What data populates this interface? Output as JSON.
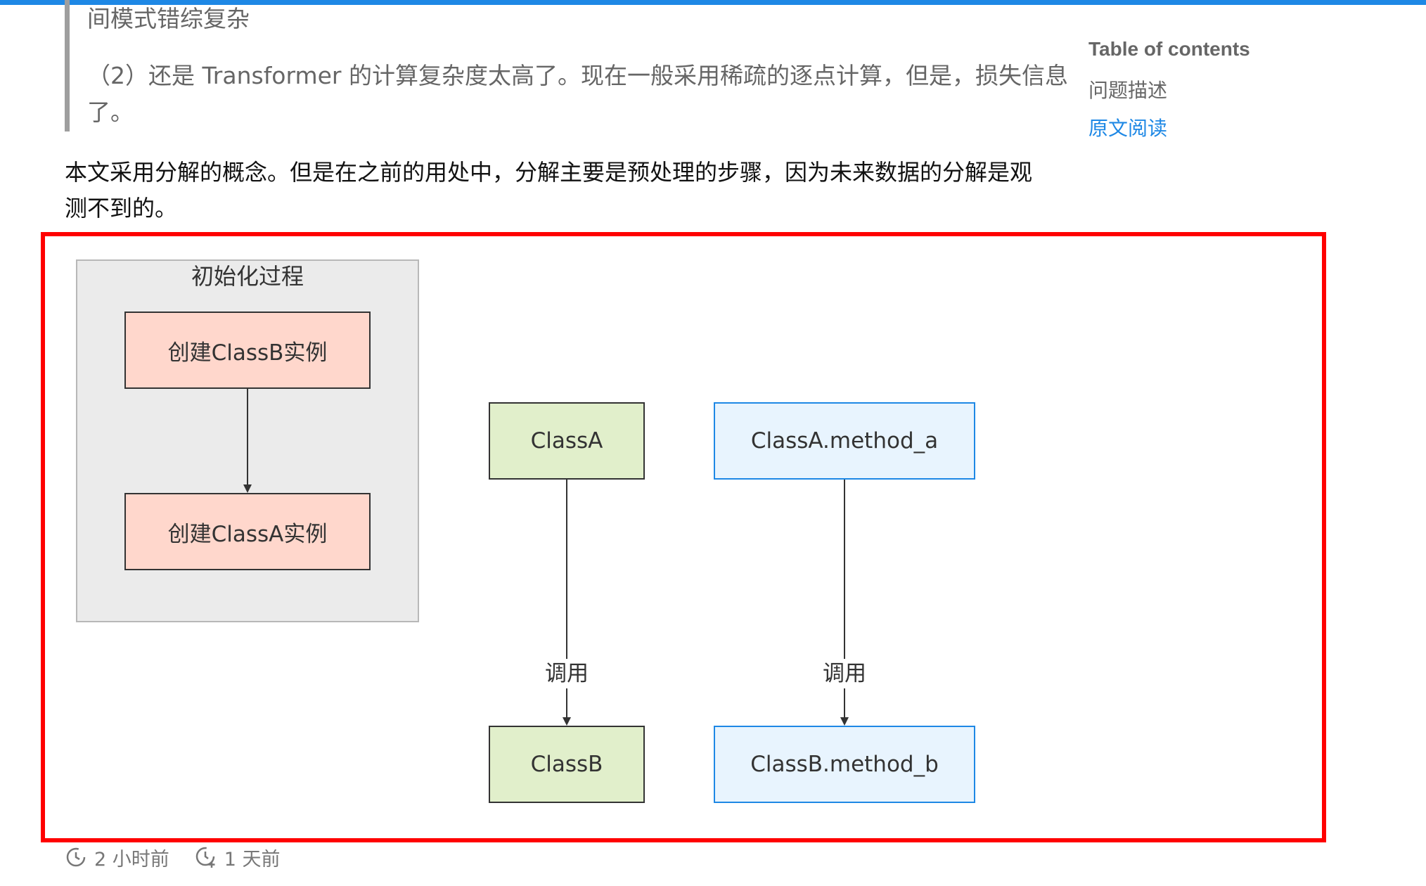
{
  "quote": {
    "line1": "间模式错综复杂",
    "line2": "（2）还是 Transformer 的计算复杂度太高了。现在一般采用稀疏的逐点计算，但是，损失信息",
    "line3": "了。"
  },
  "paragraph": {
    "line1": "本文采用分解的概念。但是在之前的用处中，分解主要是预处理的步骤，因为未来数据的分解是观",
    "line2": "测不到的。"
  },
  "toc": {
    "title": "Table of contents",
    "items": [
      {
        "label": "问题描述",
        "active": false
      },
      {
        "label": "原文阅读",
        "active": true
      }
    ]
  },
  "diagram": {
    "cluster_label": "初始化过程",
    "nodes": {
      "create_classb": "创建ClassB实例",
      "create_classa": "创建ClassA实例",
      "class_a": "ClassA",
      "class_b": "ClassB",
      "method_a": "ClassA.method_a",
      "method_b": "ClassB.method_b"
    },
    "edge_labels": {
      "a_to_b": "调用",
      "ma_to_mb": "调用"
    },
    "colors": {
      "cluster_bg": "#ebebeb",
      "init_node_bg": "#ffd7cc",
      "class_node_bg": "#e1efcb",
      "method_node_bg": "#e8f4fe",
      "method_node_border": "#1e88e5",
      "highlight_border": "#ff0000"
    }
  },
  "footer": {
    "updated": "2 小时前",
    "created": "1 天前"
  }
}
